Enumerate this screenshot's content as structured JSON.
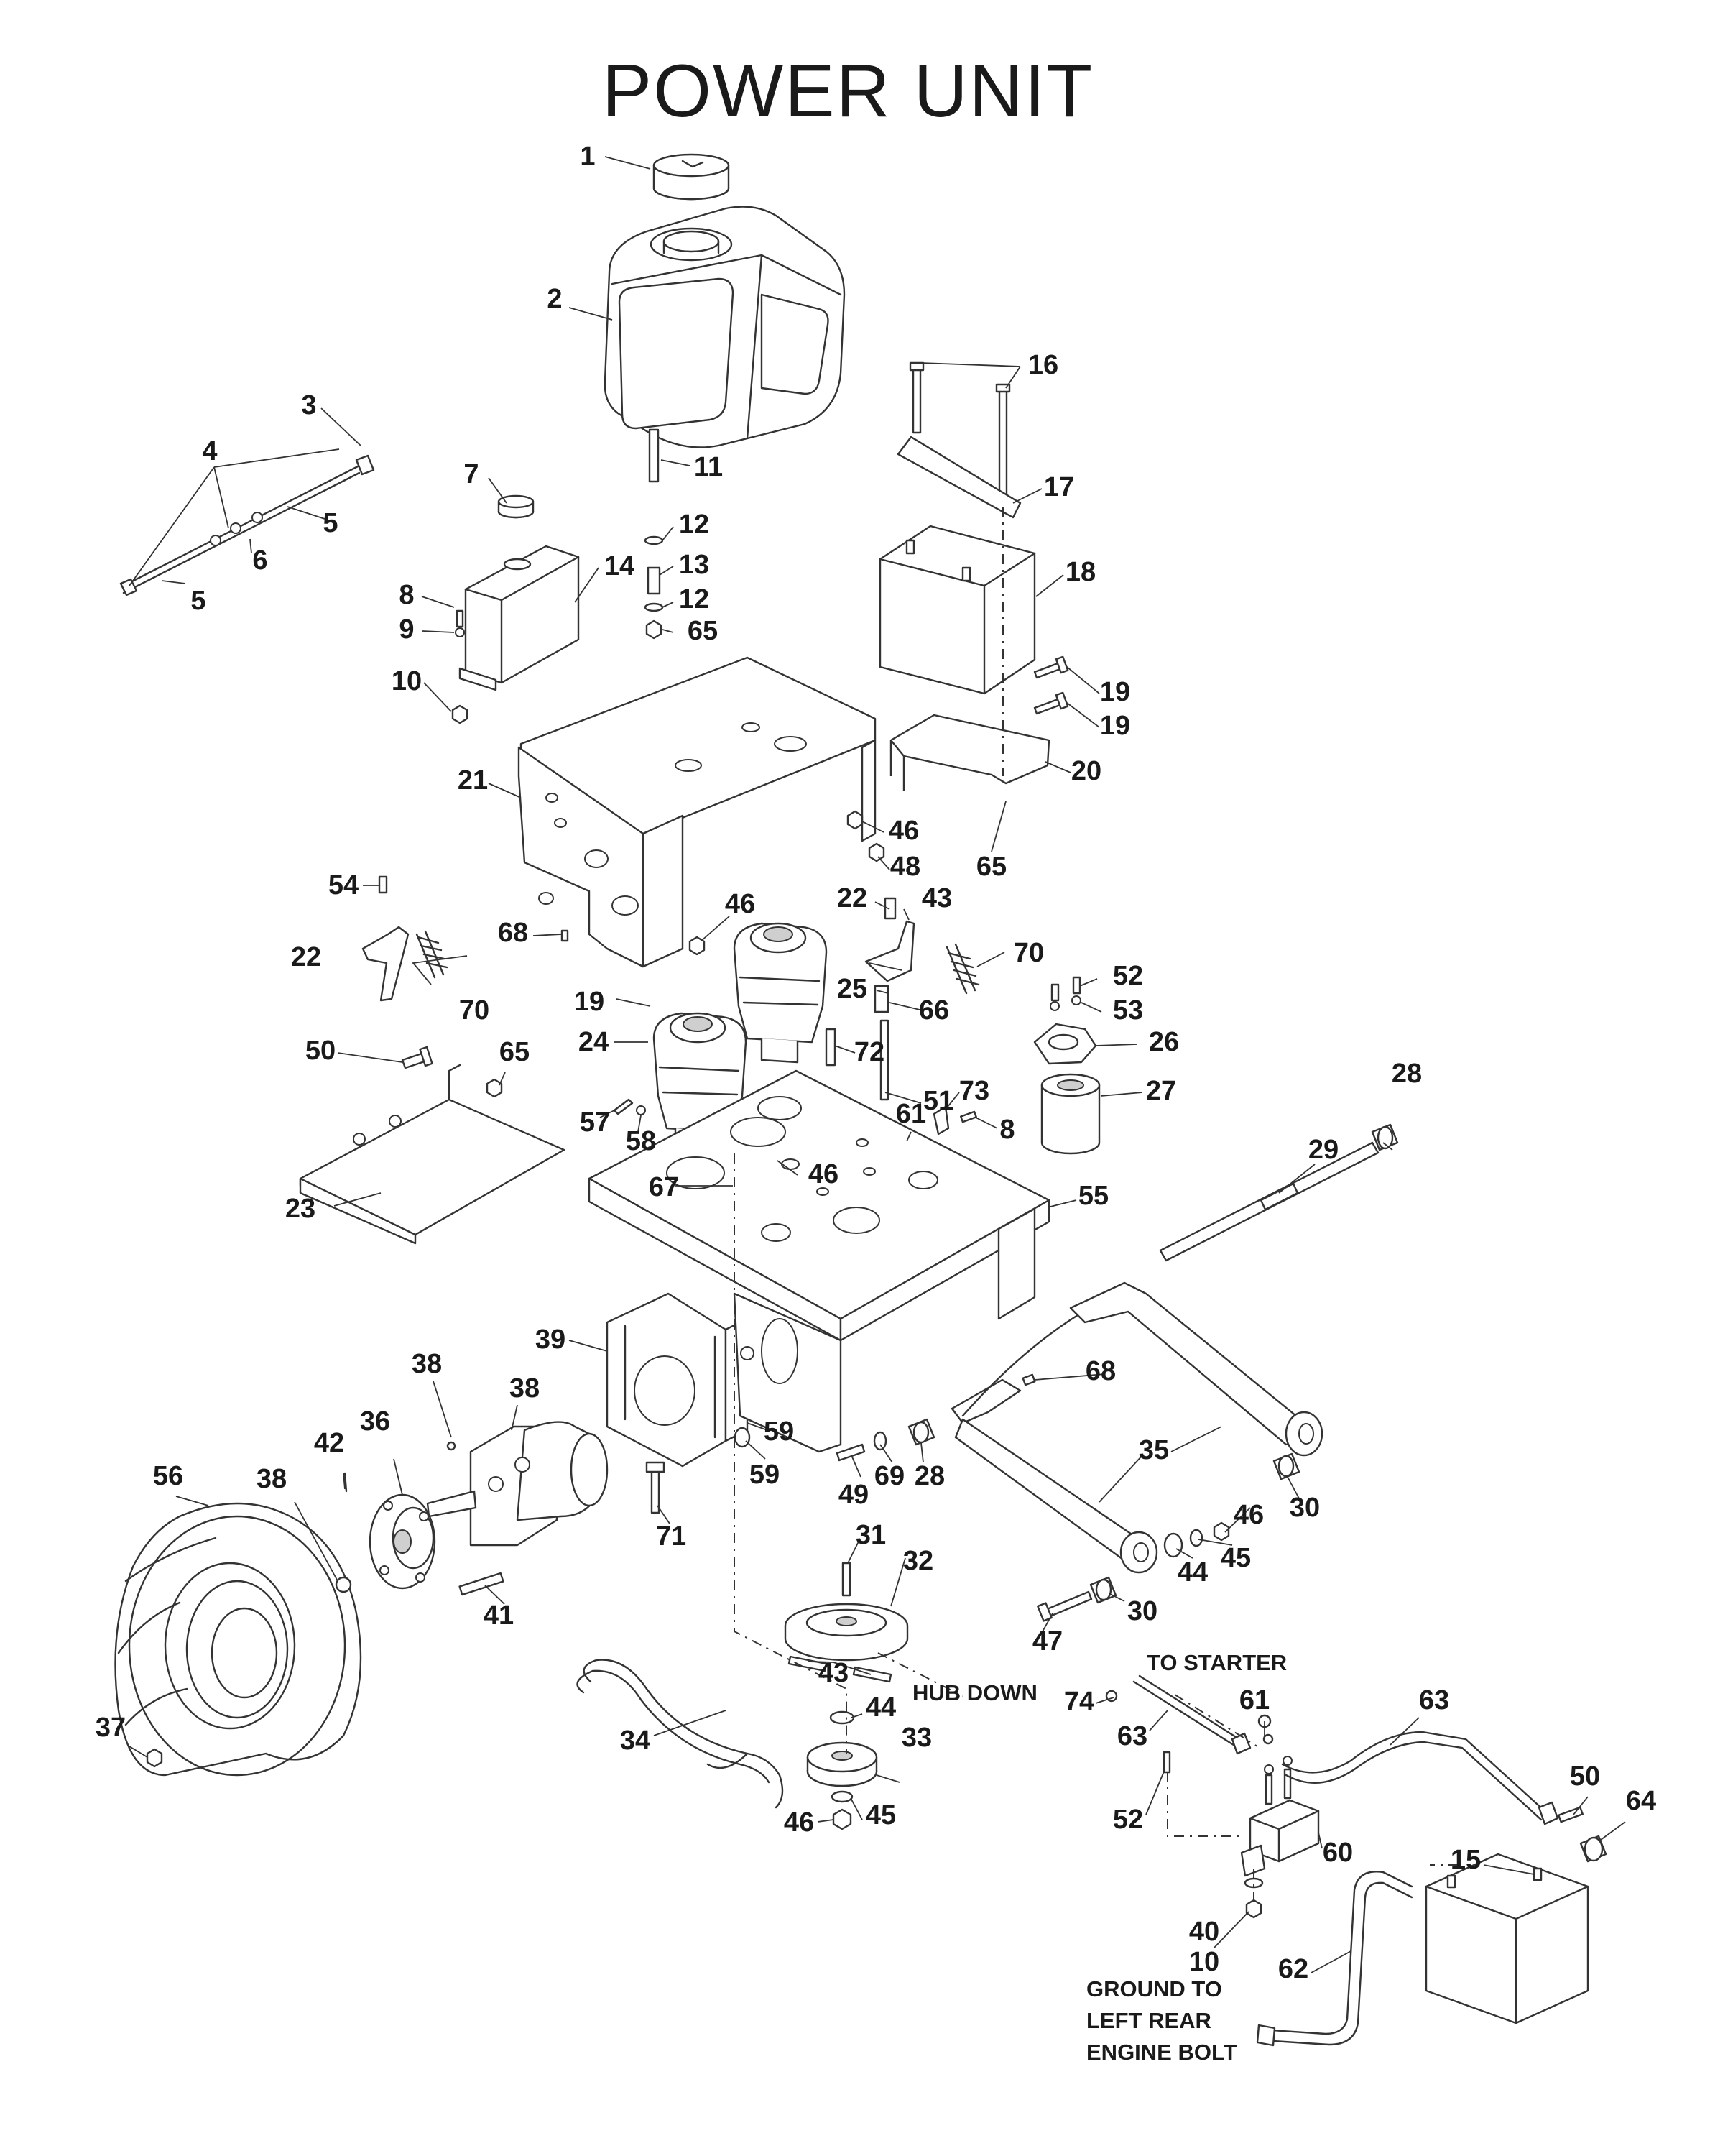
{
  "title": "POWER UNIT",
  "callouts": [
    {
      "id": "c1",
      "label": "1"
    },
    {
      "id": "c2",
      "label": "2"
    },
    {
      "id": "c3",
      "label": "3"
    },
    {
      "id": "c4",
      "label": "4"
    },
    {
      "id": "c5a",
      "label": "5"
    },
    {
      "id": "c5b",
      "label": "5"
    },
    {
      "id": "c6",
      "label": "6"
    },
    {
      "id": "c7",
      "label": "7"
    },
    {
      "id": "c8a",
      "label": "8"
    },
    {
      "id": "c9",
      "label": "9"
    },
    {
      "id": "c10a",
      "label": "10"
    },
    {
      "id": "c11",
      "label": "11"
    },
    {
      "id": "c12a",
      "label": "12"
    },
    {
      "id": "c13",
      "label": "13"
    },
    {
      "id": "c12b",
      "label": "12"
    },
    {
      "id": "c65a",
      "label": "65"
    },
    {
      "id": "c14",
      "label": "14"
    },
    {
      "id": "c16",
      "label": "16"
    },
    {
      "id": "c17",
      "label": "17"
    },
    {
      "id": "c18",
      "label": "18"
    },
    {
      "id": "c19a",
      "label": "19"
    },
    {
      "id": "c19b",
      "label": "19"
    },
    {
      "id": "c20",
      "label": "20"
    },
    {
      "id": "c21",
      "label": "21"
    },
    {
      "id": "c46a",
      "label": "46"
    },
    {
      "id": "c65b",
      "label": "65"
    },
    {
      "id": "c48",
      "label": "48"
    },
    {
      "id": "c22a",
      "label": "22"
    },
    {
      "id": "c43a",
      "label": "43"
    },
    {
      "id": "c54",
      "label": "54"
    },
    {
      "id": "c68a",
      "label": "68"
    },
    {
      "id": "c46b",
      "label": "46"
    },
    {
      "id": "c70a",
      "label": "70"
    },
    {
      "id": "c22b",
      "label": "22"
    },
    {
      "id": "c70b",
      "label": "70"
    },
    {
      "id": "c25",
      "label": "25"
    },
    {
      "id": "c66",
      "label": "66"
    },
    {
      "id": "c52a",
      "label": "52"
    },
    {
      "id": "c53",
      "label": "53"
    },
    {
      "id": "c19c",
      "label": "19"
    },
    {
      "id": "c72",
      "label": "72"
    },
    {
      "id": "c26",
      "label": "26"
    },
    {
      "id": "c51",
      "label": "51"
    },
    {
      "id": "c50a",
      "label": "50"
    },
    {
      "id": "c65c",
      "label": "65"
    },
    {
      "id": "c24",
      "label": "24"
    },
    {
      "id": "c27",
      "label": "27"
    },
    {
      "id": "c73",
      "label": "73"
    },
    {
      "id": "c28a",
      "label": "28"
    },
    {
      "id": "c57",
      "label": "57"
    },
    {
      "id": "c58",
      "label": "58"
    },
    {
      "id": "c61a",
      "label": "61"
    },
    {
      "id": "c8b",
      "label": "8"
    },
    {
      "id": "c29",
      "label": "29"
    },
    {
      "id": "c46c",
      "label": "46"
    },
    {
      "id": "c67",
      "label": "67"
    },
    {
      "id": "c23",
      "label": "23"
    },
    {
      "id": "c55",
      "label": "55"
    },
    {
      "id": "c39",
      "label": "39"
    },
    {
      "id": "c38a",
      "label": "38"
    },
    {
      "id": "c68b",
      "label": "68"
    },
    {
      "id": "c38b",
      "label": "38"
    },
    {
      "id": "c36",
      "label": "36"
    },
    {
      "id": "c59a",
      "label": "59"
    },
    {
      "id": "c42",
      "label": "42"
    },
    {
      "id": "c49",
      "label": "49"
    },
    {
      "id": "c69",
      "label": "69"
    },
    {
      "id": "c28b",
      "label": "28"
    },
    {
      "id": "c35",
      "label": "35"
    },
    {
      "id": "c56",
      "label": "56"
    },
    {
      "id": "c38c",
      "label": "38"
    },
    {
      "id": "c59b",
      "label": "59"
    },
    {
      "id": "c30a",
      "label": "30"
    },
    {
      "id": "c46d",
      "label": "46"
    },
    {
      "id": "c71",
      "label": "71"
    },
    {
      "id": "c45a",
      "label": "45"
    },
    {
      "id": "c44a",
      "label": "44"
    },
    {
      "id": "c31",
      "label": "31"
    },
    {
      "id": "c32",
      "label": "32"
    },
    {
      "id": "c41",
      "label": "41"
    },
    {
      "id": "c30b",
      "label": "30"
    },
    {
      "id": "c47",
      "label": "47"
    },
    {
      "id": "c43b",
      "label": "43"
    },
    {
      "id": "c74",
      "label": "74"
    },
    {
      "id": "c61b",
      "label": "61"
    },
    {
      "id": "c63a",
      "label": "63"
    },
    {
      "id": "c63b",
      "label": "63"
    },
    {
      "id": "c44b",
      "label": "44"
    },
    {
      "id": "c37",
      "label": "37"
    },
    {
      "id": "c34",
      "label": "34"
    },
    {
      "id": "c33",
      "label": "33"
    },
    {
      "id": "c46e",
      "label": "46"
    },
    {
      "id": "c45b",
      "label": "45"
    },
    {
      "id": "c52b",
      "label": "52"
    },
    {
      "id": "c50b",
      "label": "50"
    },
    {
      "id": "c64",
      "label": "64"
    },
    {
      "id": "c60",
      "label": "60"
    },
    {
      "id": "c15",
      "label": "15"
    },
    {
      "id": "c40",
      "label": "40"
    },
    {
      "id": "c10b",
      "label": "10"
    },
    {
      "id": "c62",
      "label": "62"
    }
  ],
  "notes": {
    "hub_down": "HUB DOWN",
    "to_starter": "TO STARTER",
    "ground_line1": "GROUND TO",
    "ground_line2": "LEFT REAR",
    "ground_line3": "ENGINE BOLT"
  }
}
